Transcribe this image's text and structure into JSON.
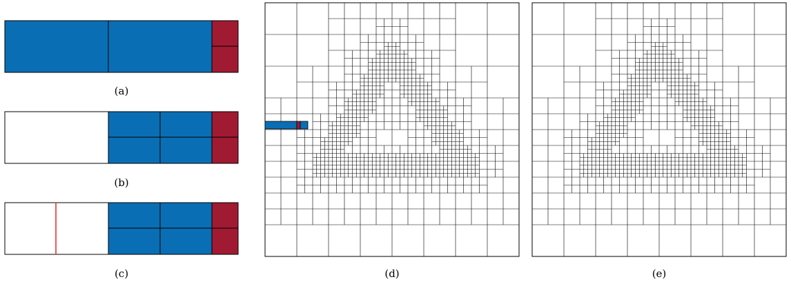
{
  "figure": {
    "captions": {
      "a": "(a)",
      "b": "(b)",
      "c": "(c)",
      "d": "(d)",
      "e": "(e)"
    },
    "colors": {
      "fill_blue": "#0a6eb4",
      "fill_red": "#a01a32",
      "cut_line": "#e8231e",
      "line": "#000000",
      "background": "#ffffff"
    },
    "panels": {
      "a": {
        "description_hidden": true
      },
      "b": {
        "description_hidden": true
      },
      "c": {
        "description_hidden": true
      },
      "d": {
        "highlight": "left-edge strip: blue cells with one red cell"
      },
      "e": {
        "highlight": "none"
      }
    }
  }
}
